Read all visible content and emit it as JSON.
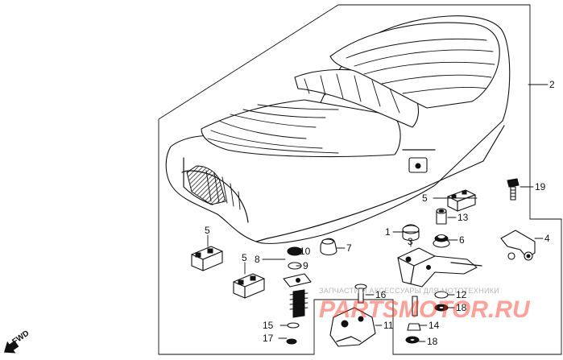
{
  "labels": {
    "p1": "1",
    "p2": "2",
    "p3": "3",
    "p4": "4",
    "p5a": "5",
    "p5b": "5",
    "p5c": "5",
    "p6": "6",
    "p7": "7",
    "p8": "8",
    "p9": "9",
    "p10": "10",
    "p11": "11",
    "p12": "12",
    "p13": "13",
    "p14": "14",
    "p15": "15",
    "p16": "16",
    "p17": "17",
    "p18a": "18",
    "p18b": "18",
    "p19": "19"
  },
  "watermark": {
    "text": "ЗАПЧАСТИ И АКСЕССУАРЫ ДЛЯ МОТОТЕХНИКИ",
    "logo": "PARTSMOTOR.RU"
  },
  "fwd_label": "FWD",
  "colors": {
    "ink": "#111111",
    "watermark_red": "#ff2a14",
    "watermark_gray": "#b8b8b8"
  }
}
